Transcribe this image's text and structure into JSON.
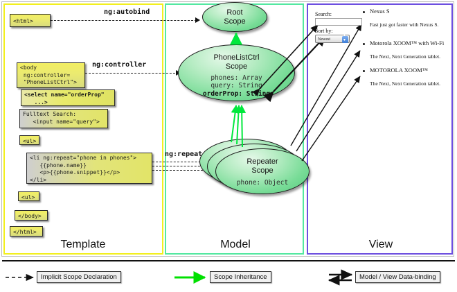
{
  "columns": {
    "template": {
      "label": "Template",
      "border_color": "#f2ef1e"
    },
    "model": {
      "label": "Model",
      "border_color": "#53e8a0"
    },
    "view": {
      "label": "View",
      "border_color": "#6d4fe0"
    }
  },
  "template_boxes": [
    {
      "id": "html-open",
      "text": "<html>"
    },
    {
      "id": "body-open",
      "text": "<body\n ng:controller=\n \"PhoneListCtrl\">"
    },
    {
      "id": "select-tag",
      "text": "<select name=\"orderProp\"\n   ...>"
    },
    {
      "id": "fulltext",
      "text": "Fulltext Search:\n   <input name=\"query\">"
    },
    {
      "id": "ul-open",
      "text": "<ul>"
    },
    {
      "id": "li-repeat",
      "text": "<li ng:repeat=\"phone in phones\">\n   {{phone.name}}\n   <p>{{phone.snippet}}</p>\n</li>"
    },
    {
      "id": "ul-close",
      "text": "<ul>"
    },
    {
      "id": "body-close",
      "text": "</body>"
    },
    {
      "id": "html-close",
      "text": "</html>"
    }
  ],
  "connector_labels": {
    "autobind": "ng:autobind",
    "controller": "ng:controller",
    "repeat": "ng:repeat"
  },
  "model_scopes": [
    {
      "id": "root-scope",
      "title_line1": "Root",
      "title_line2": "Scope",
      "props": []
    },
    {
      "id": "phonelistctrl-scope",
      "title_line1": "PhoneListCtrl",
      "title_line2": "Scope",
      "props": [
        {
          "text": "phones: Array",
          "bold": false
        },
        {
          "text": "query: String",
          "bold": false
        },
        {
          "text": "orderProp: String",
          "bold": true
        }
      ]
    },
    {
      "id": "repeater-scope",
      "title_line1": "Repeater",
      "title_line2": "Scope",
      "props": [
        {
          "text": "phone: Object",
          "bold": false
        }
      ]
    }
  ],
  "view": {
    "search_label": "Search:",
    "search_value": "",
    "sort_label": "Sort by:",
    "sort_selected": "Newest",
    "phones": [
      {
        "name": "Nexus S",
        "snippet": "Fast just got faster with Nexus S."
      },
      {
        "name": "Motorola XOOM™  with Wi-Fi",
        "snippet": "The Next, Next Generation tablet."
      },
      {
        "name": "MOTOROLA XOOM™",
        "snippet": "The Next, Next Generation tablet."
      }
    ]
  },
  "legend": [
    {
      "id": "implicit-scope-declaration",
      "label": "Implicit Scope Declaration",
      "style": "dashed-arrow",
      "color": "#111111"
    },
    {
      "id": "scope-inheritance",
      "label": "Scope Inheritance",
      "style": "solid-arrow",
      "color": "#00e000"
    },
    {
      "id": "model-view-data-binding",
      "label": "Model / View Data-binding",
      "style": "double-arrow",
      "color": "#111111"
    }
  ]
}
